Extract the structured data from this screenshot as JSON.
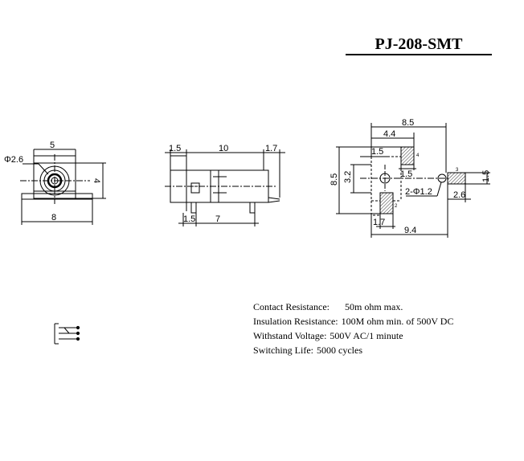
{
  "title": "PJ-208-SMT",
  "dimensions": {
    "front_width_top": "5",
    "front_diameter": "Φ2.6",
    "front_height": "4",
    "front_width_bottom": "8",
    "side_left_top": "1.5",
    "side_length": "10",
    "side_right_top": "1.7",
    "side_left_bottom": "1.5",
    "side_pin_spacing": "7",
    "pad_overall": "8.5",
    "pad_inner": "4.4",
    "pad_left": "1.5",
    "pad_height": "8.5",
    "pad_center": "3.2",
    "pad_width": "1.5",
    "pad_holes": "2-Φ1.2",
    "pad_right_height": "1.5",
    "pad_right_width": "2.6",
    "pad_bottom_width": "1.7",
    "pad_span": "9.4"
  },
  "pin_labels": {
    "p2": "2",
    "p3": "3",
    "p4": "4"
  },
  "specs": [
    {
      "label": "Contact Resistance:",
      "value": "50m ohm max."
    },
    {
      "label": "Insulation Resistance:",
      "value": "100M ohm min. of 500V DC"
    },
    {
      "label": "Withstand Voltage:",
      "value": "500V AC/1 minute"
    },
    {
      "label": "Switching Life:",
      "value": "5000 cycles"
    }
  ]
}
